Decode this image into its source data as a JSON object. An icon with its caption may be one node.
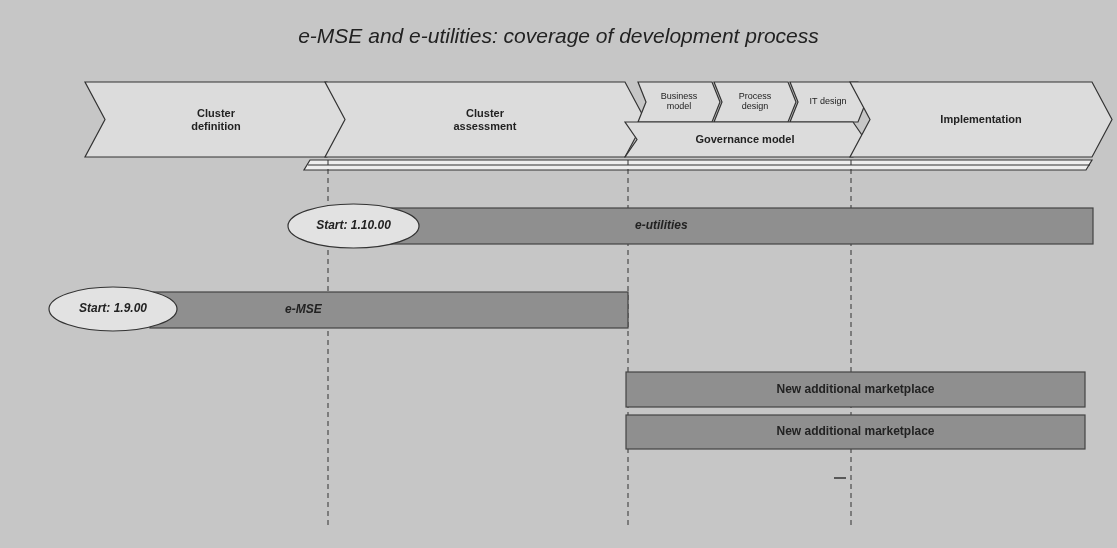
{
  "diagram": {
    "title": "e-MSE and e-utilities: coverage of development process",
    "nodes": [
      {
        "text": [
          "Cluster definition"
        ]
      },
      {
        "text": [
          "Cluster assessment"
        ]
      },
      {
        "text": [
          "Business model"
        ]
      },
      {
        "text": [
          "Process design"
        ]
      },
      {
        "text": [
          "IT design"
        ]
      },
      {
        "text": [
          "Governance model"
        ]
      },
      {
        "text": [
          "Implementation"
        ]
      },
      {
        "text": [
          "Start: 1.10.00"
        ]
      },
      {
        "text": [
          "e-utilities"
        ]
      },
      {
        "text": [
          "Start: 1.9.00"
        ]
      },
      {
        "text": [
          "e-MSE"
        ]
      },
      {
        "text": [
          "New additional marketplace"
        ]
      },
      {
        "text": [
          "New additional marketplace"
        ]
      }
    ],
    "edges": []
  }
}
